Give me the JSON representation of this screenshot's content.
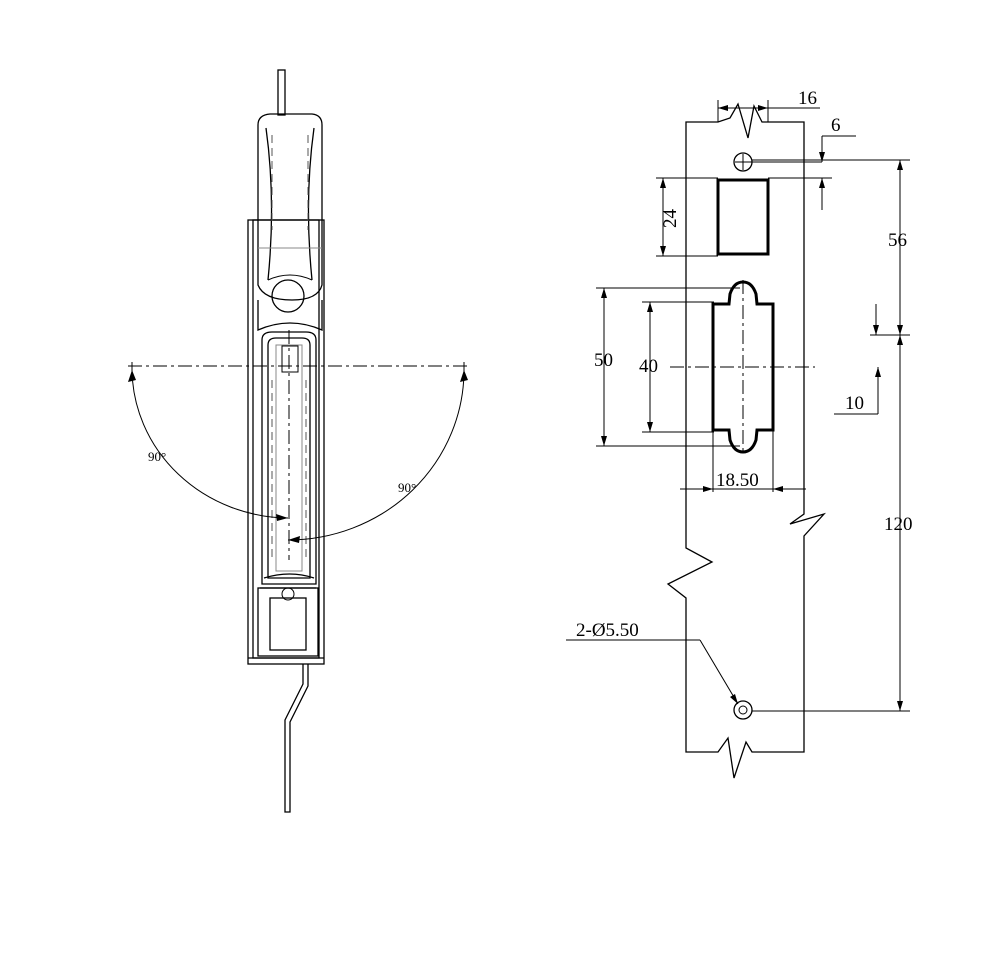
{
  "left_view": {
    "angle_left": "90°",
    "angle_right": "90°"
  },
  "right_view": {
    "dim_width_top": "16",
    "dim_hole_offset": "6",
    "dim_slot_height": "24",
    "dim_hole_to_center": "56",
    "dim_outer_height": "50",
    "dim_inner_height": "40",
    "dim_small_offset": "10",
    "dim_slot_width": "18.50",
    "dim_hole_spacing": "120",
    "dim_hole_diameter": "2-Ø5.50"
  }
}
